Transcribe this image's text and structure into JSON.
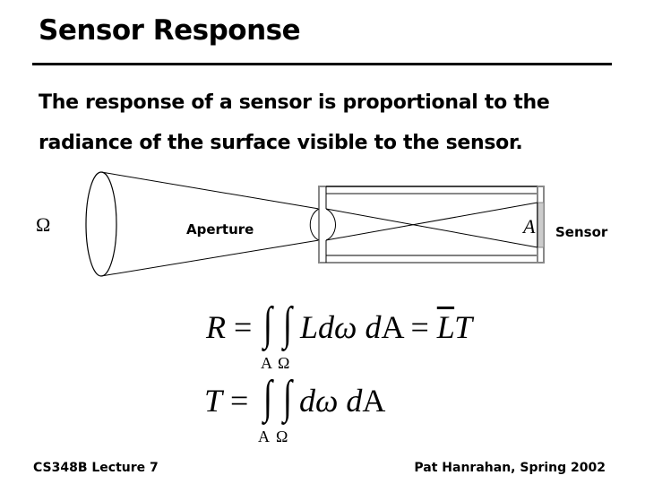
{
  "slide": {
    "title": "Sensor Response",
    "body_lines": [
      "The response of a sensor is proportional to the",
      "radiance of the surface visible to the sensor."
    ]
  },
  "diagram": {
    "solid_angle_label": "Ω",
    "aperture_label": "Aperture",
    "area_label": "A",
    "sensor_label": "Sensor",
    "colors": {
      "line": "#000000",
      "box_gray": "#888888",
      "sensor_fill": "#cccccc"
    }
  },
  "equations": {
    "eq1": {
      "lhs": "R",
      "eq": "=",
      "integrand_L": "L",
      "d1": "d",
      "omega": "ω",
      "d2": "d",
      "A": "A",
      "eq2": "=",
      "Lbar": "L",
      "T": "T",
      "sub1": "A",
      "sub2": "Ω"
    },
    "eq2": {
      "lhs": "T",
      "eq": "=",
      "d1": "d",
      "omega": "ω",
      "d2": "d",
      "A": "A",
      "sub1": "A",
      "sub2": "Ω"
    },
    "integral_symbol": "∫"
  },
  "footer": {
    "left": "CS348B Lecture 7",
    "right": "Pat Hanrahan, Spring 2002"
  }
}
